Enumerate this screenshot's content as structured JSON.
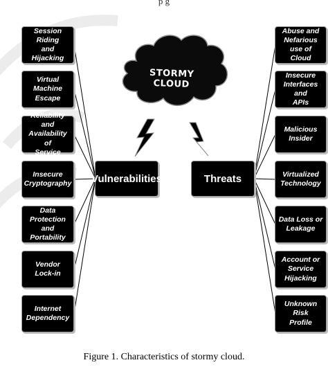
{
  "top_caption": "p                                    g",
  "cloud": {
    "label": "STORMY CLOUD"
  },
  "hubs": {
    "vulnerabilities": "Vulnerabilities",
    "threats": "Threats"
  },
  "vulnerabilities": [
    {
      "line1": "Session Riding",
      "line2": "and Hijacking",
      "line3": ""
    },
    {
      "line1": "Virtual Machine",
      "line2": "Escape",
      "line3": ""
    },
    {
      "line1": "Reliability and",
      "line2": "Availability of",
      "line3": "Service"
    },
    {
      "line1": "Insecure",
      "line2": "Cryptography",
      "line3": ""
    },
    {
      "line1": "Data Protection",
      "line2": "and Portability",
      "line3": ""
    },
    {
      "line1": "Vendor Lock-in",
      "line2": "",
      "line3": ""
    },
    {
      "line1": "Internet",
      "line2": "Dependency",
      "line3": ""
    }
  ],
  "threats": [
    {
      "line1": "Abuse and",
      "line2": "Nefarious use of",
      "line3": "Cloud"
    },
    {
      "line1": "Insecure",
      "line2": "Interfaces and",
      "line3": "APIs"
    },
    {
      "line1": "Malicious Insider",
      "line2": "",
      "line3": ""
    },
    {
      "line1": "Virtualized",
      "line2": "Technology",
      "line3": ""
    },
    {
      "line1": "Data Loss or",
      "line2": "Leakage",
      "line3": ""
    },
    {
      "line1": "Account or",
      "line2": "Service Hijacking",
      "line3": ""
    },
    {
      "line1": "Unknown Risk",
      "line2": "Profile",
      "line3": ""
    }
  ],
  "figure_caption": "Figure 1. Characteristics of stormy cloud.",
  "colors": {
    "box_fill": "#000000",
    "box_text": "#ffffff",
    "watermark": "#e9e9e9"
  }
}
